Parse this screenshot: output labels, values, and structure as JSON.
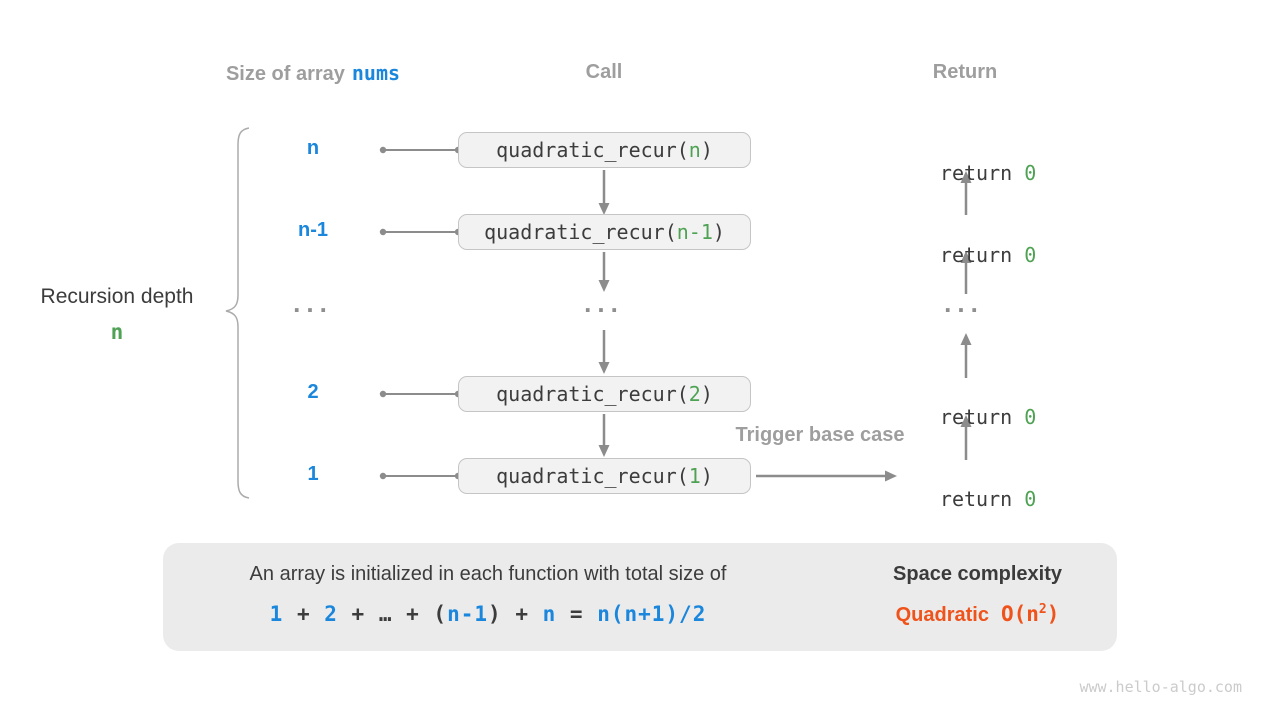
{
  "colors": {
    "blue": "#1a86dc",
    "green": "#4fa254",
    "orange": "#f0521b",
    "gray-heading": "#9e9e9e",
    "dark": "#3c3c3c",
    "line": "#8c8c8c",
    "box-bg": "#f2f2f2",
    "box-border": "#c5c5c5",
    "panel-bg": "#ebebeb"
  },
  "headers": {
    "size_label": "Size of array",
    "size_code": "nums",
    "call": "Call",
    "return": "Return"
  },
  "left_annotation": {
    "title": "Recursion depth",
    "value": "n"
  },
  "rows": [
    {
      "size": "n",
      "call_prefix": "quadratic_recur(",
      "call_arg": "n",
      "call_suffix": ")",
      "return_keyword": "return ",
      "return_value": "0"
    },
    {
      "size": "n-1",
      "call_prefix": "quadratic_recur(",
      "call_arg": "n-1",
      "call_suffix": ")",
      "return_keyword": "return ",
      "return_value": "0"
    },
    {
      "size": "...",
      "call": "...",
      "return": "..."
    },
    {
      "size": "2",
      "call_prefix": "quadratic_recur(",
      "call_arg": "2",
      "call_suffix": ")",
      "return_keyword": "return ",
      "return_value": "0"
    },
    {
      "size": "1",
      "call_prefix": "quadratic_recur(",
      "call_arg": "1",
      "call_suffix": ")",
      "return_keyword": "return ",
      "return_value": "0"
    }
  ],
  "annotations": {
    "trigger": "Trigger base case"
  },
  "summary": {
    "line1": "An array is initialized in each function with total size of",
    "formula": {
      "n1": "1",
      "plus1": " + ",
      "n2": "2",
      "plus2": " + ",
      "dots": "…",
      "plus3": " + ",
      "open": "(",
      "n3": "n-1",
      "close": ")",
      "plus4": " + ",
      "n4": "n",
      "equals": " = ",
      "rhs": "n(n+1)/2"
    },
    "result_title": "Space complexity",
    "result_name": "Quadratic",
    "bigO_open": "O(n",
    "bigO_sup": "2",
    "bigO_close": ")"
  },
  "watermark": "www.hello-algo.com"
}
